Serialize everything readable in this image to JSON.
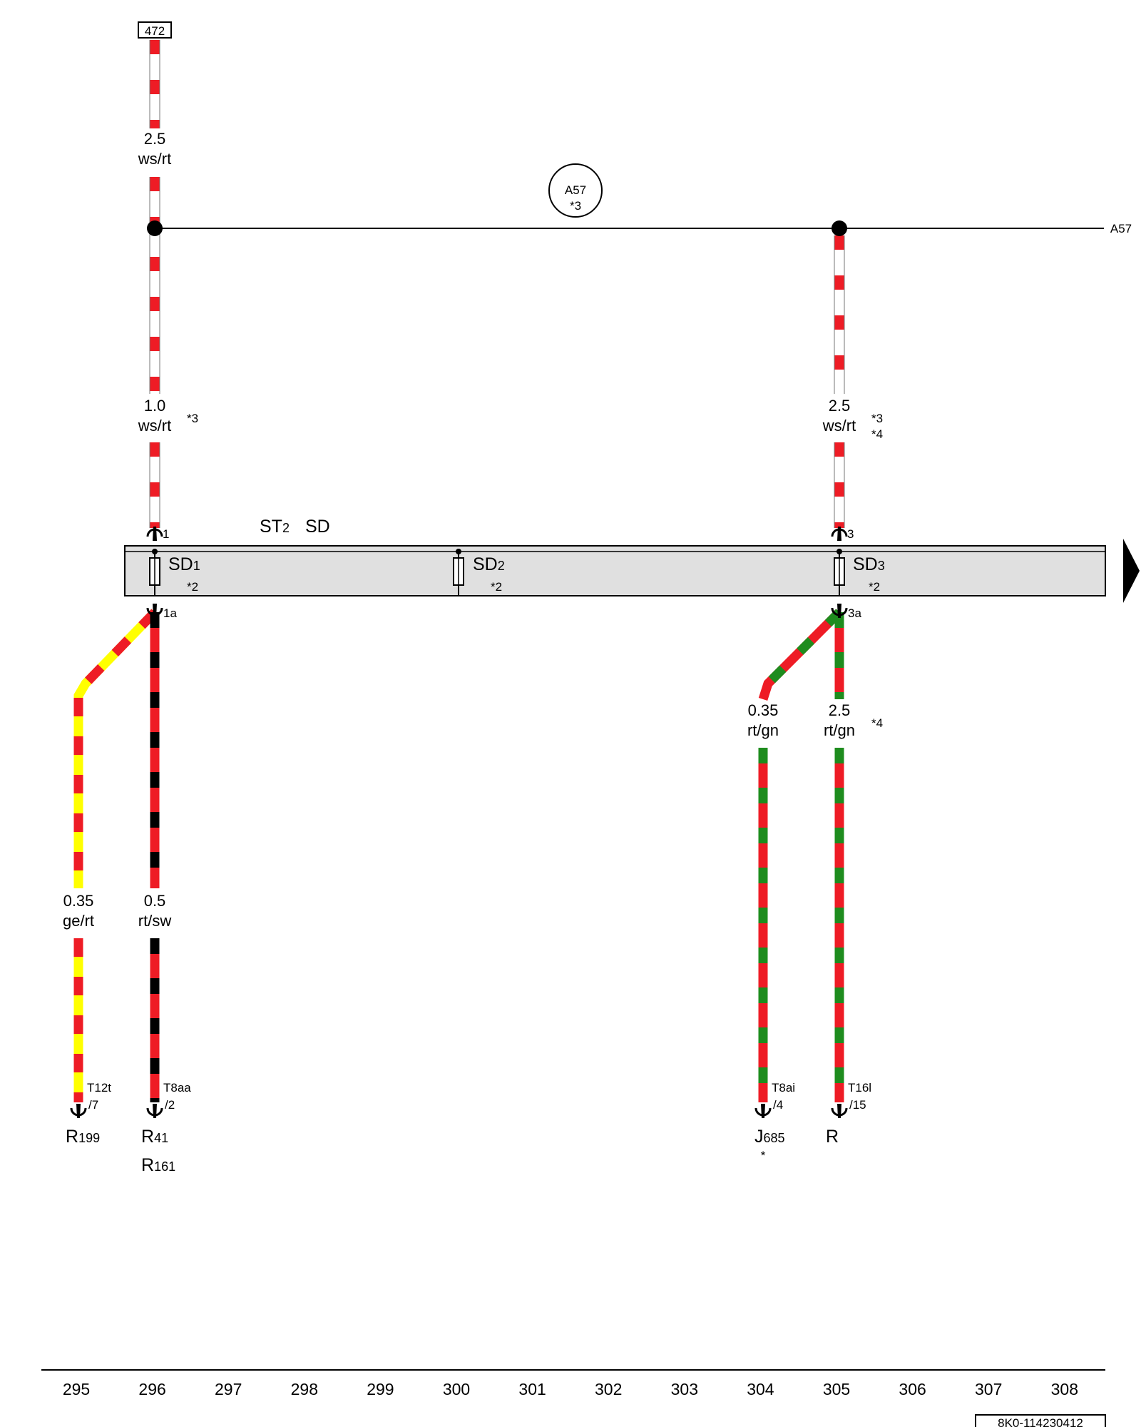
{
  "ref_box": "472",
  "ground_marker": {
    "label": "A57",
    "note": "*3"
  },
  "edge_label": "A57",
  "bus": {
    "name": "ST",
    "name_sub": "2",
    "code": "SD"
  },
  "fuses": [
    {
      "name": "SD",
      "sub": "1",
      "note": "*2"
    },
    {
      "name": "SD",
      "sub": "2",
      "note": "*2"
    },
    {
      "name": "SD",
      "sub": "3",
      "note": "*2"
    }
  ],
  "pins": {
    "p1": "1",
    "p1a": "1a",
    "p3": "3",
    "p3a": "3a"
  },
  "wires": {
    "top_feed": {
      "size": "2.5",
      "color_code": "ws/rt"
    },
    "left_drop": {
      "size": "1.0",
      "color_code": "ws/rt",
      "note": "*3"
    },
    "right_drop": {
      "size": "2.5",
      "color_code": "ws/rt",
      "note1": "*3",
      "note2": "*4"
    },
    "w_ge": {
      "size": "0.35",
      "color_code": "ge/rt"
    },
    "w_sw": {
      "size": "0.5",
      "color_code": "rt/sw"
    },
    "w_gn_small": {
      "size": "0.35",
      "color_code": "rt/gn"
    },
    "w_gn_big": {
      "size": "2.5",
      "color_code": "rt/gn",
      "note": "*4"
    }
  },
  "connectors": {
    "c1": {
      "name": "T12t",
      "pin": "/7"
    },
    "c2": {
      "name": "T8aa",
      "pin": "/2"
    },
    "c3": {
      "name": "T8ai",
      "pin": "/4"
    },
    "c4": {
      "name": "T16l",
      "pin": "/15"
    }
  },
  "components": {
    "r199": {
      "letter": "R",
      "sub": "199"
    },
    "r41": {
      "letter": "R",
      "sub": "41"
    },
    "r161": {
      "letter": "R",
      "sub": "161"
    },
    "j685": {
      "letter": "J",
      "sub": "685",
      "note": "*"
    },
    "r": {
      "letter": "R"
    }
  },
  "grid_numbers": [
    "295",
    "296",
    "297",
    "298",
    "299",
    "300",
    "301",
    "302",
    "303",
    "304",
    "305",
    "306",
    "307",
    "308"
  ],
  "doc_id": "8K0-114230412",
  "colors": {
    "red": "#ee1c25",
    "white": "#ffffff",
    "yellow": "#ffff00",
    "green": "#1e8c1e",
    "black": "#000000",
    "bus_fill": "#e0e0e0"
  }
}
